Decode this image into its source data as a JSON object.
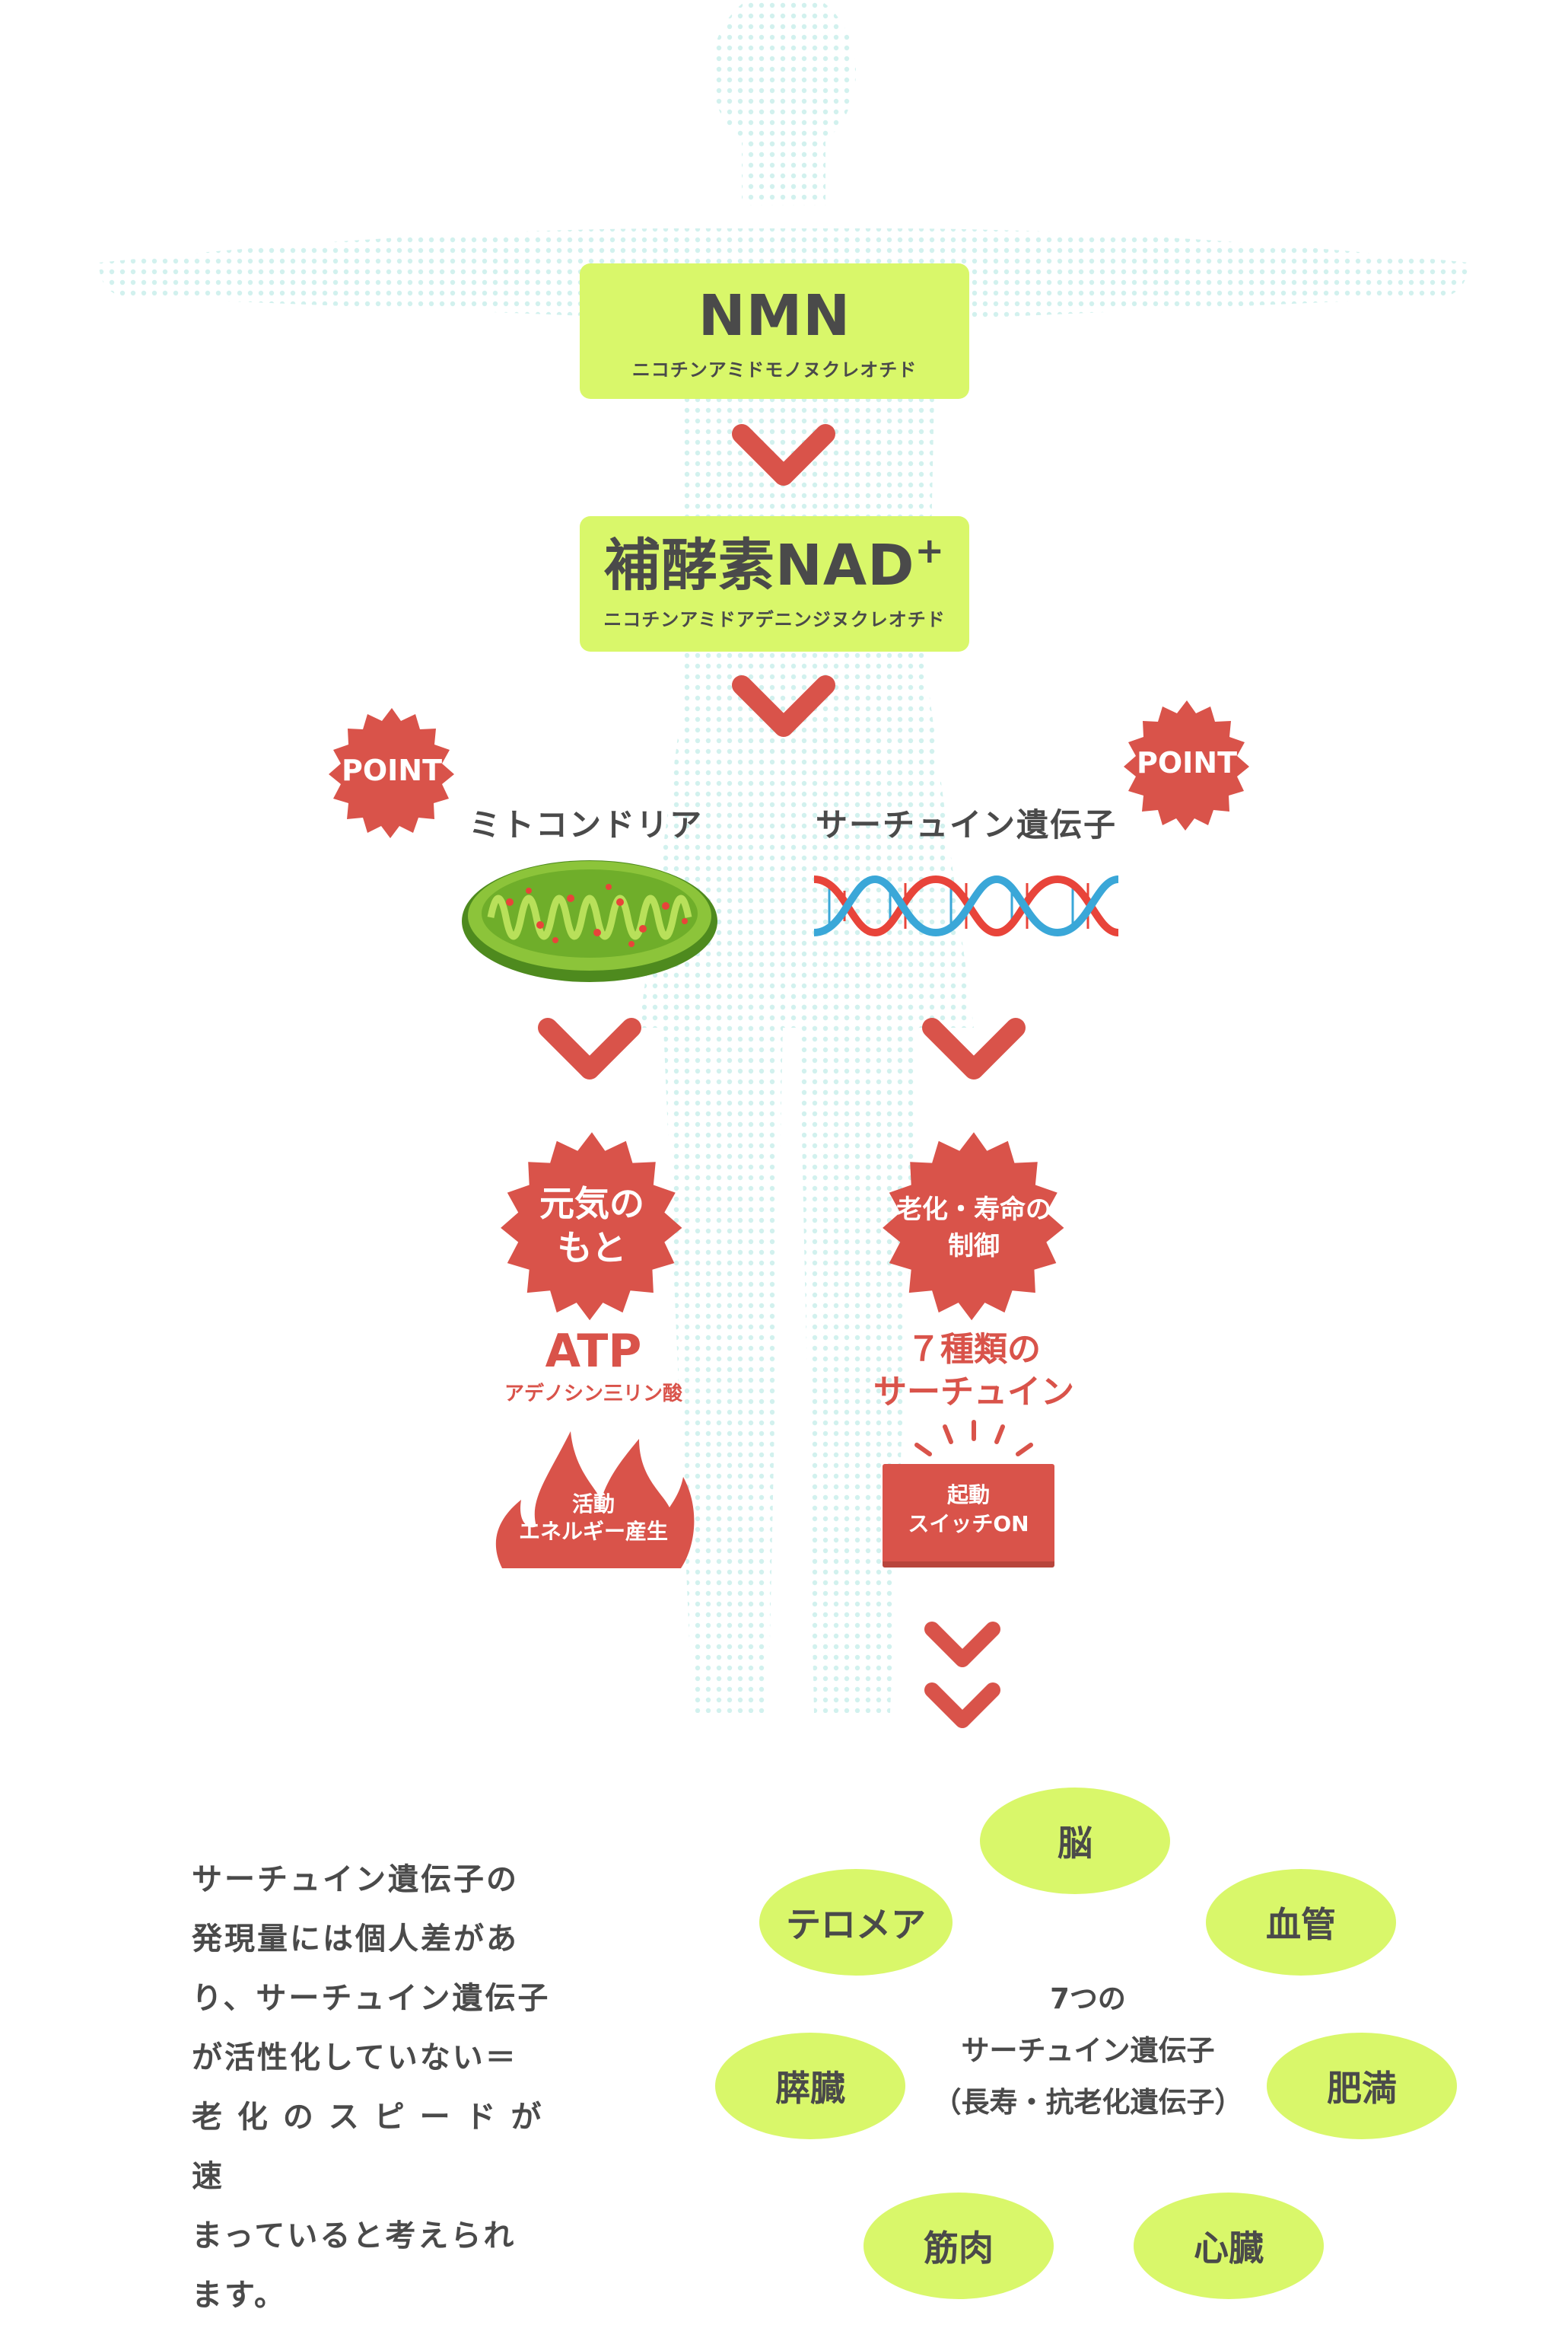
{
  "colors": {
    "lime": "#d9f76a",
    "red": "#d9534a",
    "dark_text": "#4a4a4a",
    "body_silhouette": "#dff5f3"
  },
  "nmn_box": {
    "title": "NMN",
    "subtitle": "ニコチンアミドモノヌクレオチド"
  },
  "nad_box": {
    "title": "補酵素NAD",
    "title_sup": "+",
    "subtitle": "ニコチンアミドアデニンジヌクレオチド"
  },
  "left_column": {
    "point_badge": "POINT",
    "label": "ミトコンドリア",
    "illustration_icon": "mitochondria-icon",
    "badge_line1": "元気の",
    "badge_line2": "もと",
    "product_title": "ATP",
    "product_subtitle": "アデノシン三リン酸",
    "flame_line1": "活動",
    "flame_line2": "エネルギー産生"
  },
  "right_column": {
    "point_badge": "POINT",
    "label": "サーチュイン遺伝子",
    "illustration_icon": "dna-icon",
    "badge_line1": "老化・寿命の",
    "badge_line2": "制御",
    "product_line1": "７種類の",
    "product_line2": "サーチュイン",
    "switch_line1": "起動",
    "switch_line2": "スイッチON"
  },
  "targets": {
    "center_line1": "7つの",
    "center_line2": "サーチュイン遺伝子",
    "center_line3": "（長寿・抗老化遺伝子）",
    "items": [
      "脳",
      "テロメア",
      "血管",
      "膵臓",
      "肥満",
      "筋肉",
      "心臓"
    ]
  },
  "side_text": {
    "lines": [
      "サーチュイン遺伝子の",
      "発現量には個人差があ",
      "り、サーチュイン遺伝子",
      "が活性化していない＝",
      "老 化 の ス ピ ー ド が 速",
      "まっていると考えられ",
      "ます。"
    ]
  }
}
